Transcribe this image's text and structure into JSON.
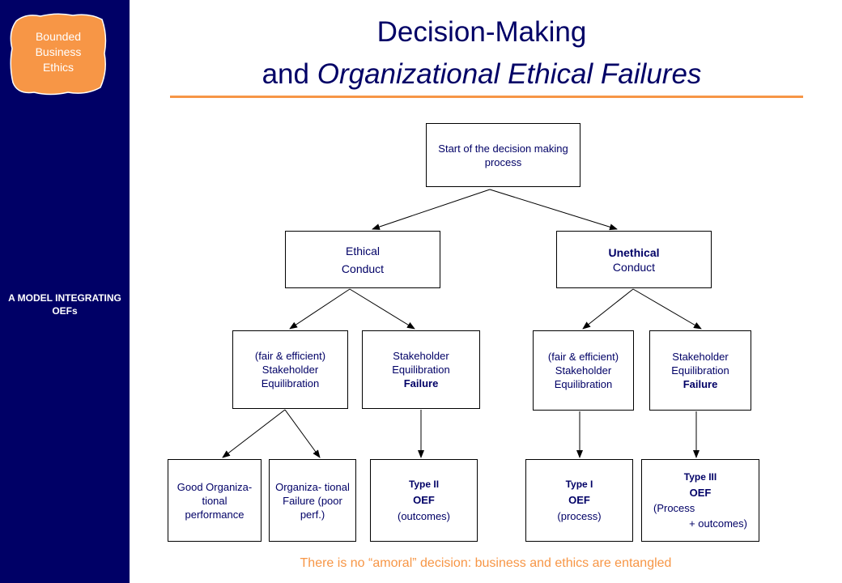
{
  "sidebar": {
    "badge_text": "Bounded\nBusiness\nEthics",
    "side_label": "A MODEL INTEGRATING OEFs"
  },
  "title": {
    "line1": "Decision-Making",
    "line2_plain": "and",
    "line2_italic": "Organizational Ethical Failures"
  },
  "nodes": {
    "start": "Start of the decision making process",
    "ethical_1": "Ethical",
    "ethical_2": "Conduct",
    "unethical_1": "Unethical",
    "unethical_2": "Conduct",
    "fair_left": "(fair & efficient) Stakeholder Equilibration",
    "sef_left_1": "Stakeholder Equilibration",
    "sef_left_2": "Failure",
    "fair_right": "(fair & efficient) Stakeholder Equilibration",
    "sef_right_1": "Stakeholder Equilibration",
    "sef_right_2": "Failure",
    "good_perf": "Good Organiza- tional performance",
    "org_failure": "Organiza- tional Failure (poor perf.)",
    "type2_1": "Type II",
    "type2_2": "OEF",
    "type2_3": "(outcomes)",
    "type1_1": "Type I",
    "type1_2": "OEF",
    "type1_3": "(process)",
    "type3_1": "Type III",
    "type3_2": "OEF",
    "type3_3": "(Process",
    "type3_4": "+ outcomes)"
  },
  "footer": "There is no “amoral” decision: business and ethics are entangled",
  "colors": {
    "sidebar": "#000066",
    "badge": "#f79646",
    "title": "#000066",
    "accent": "#f79646",
    "box_text": "#000066"
  }
}
